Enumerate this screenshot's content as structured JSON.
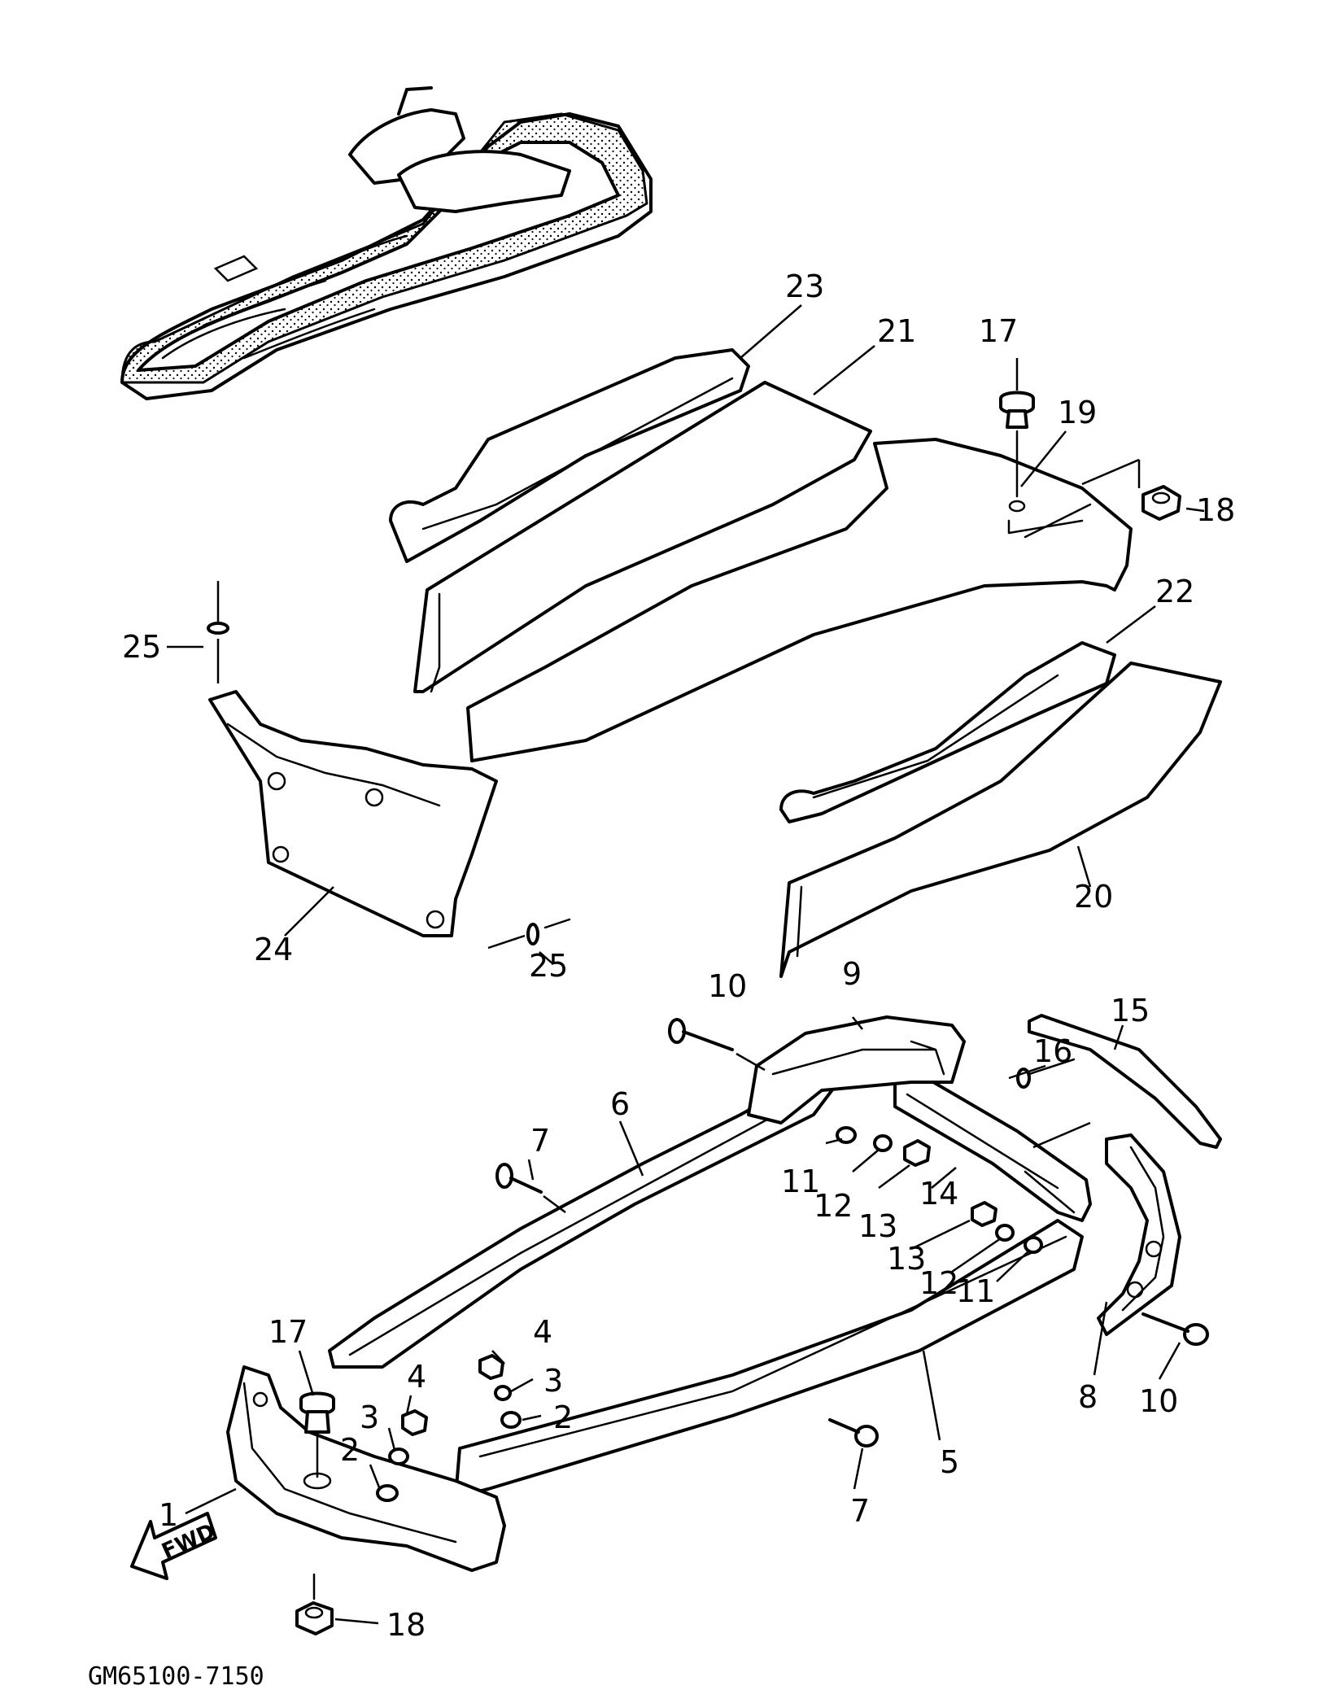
{
  "diagram_code": "GM65100-7150",
  "fwd_label": "FWD",
  "callouts": [
    {
      "id": "c1",
      "text": "1"
    },
    {
      "id": "c2a",
      "text": "2"
    },
    {
      "id": "c2b",
      "text": "2"
    },
    {
      "id": "c3a",
      "text": "3"
    },
    {
      "id": "c3b",
      "text": "3"
    },
    {
      "id": "c4a",
      "text": "4"
    },
    {
      "id": "c4b",
      "text": "4"
    },
    {
      "id": "c5",
      "text": "5"
    },
    {
      "id": "c6",
      "text": "6"
    },
    {
      "id": "c7a",
      "text": "7"
    },
    {
      "id": "c7b",
      "text": "7"
    },
    {
      "id": "c8",
      "text": "8"
    },
    {
      "id": "c9",
      "text": "9"
    },
    {
      "id": "c10a",
      "text": "10"
    },
    {
      "id": "c10b",
      "text": "10"
    },
    {
      "id": "c11a",
      "text": "11"
    },
    {
      "id": "c11b",
      "text": "11"
    },
    {
      "id": "c12a",
      "text": "12"
    },
    {
      "id": "c12b",
      "text": "12"
    },
    {
      "id": "c13a",
      "text": "13"
    },
    {
      "id": "c13b",
      "text": "13"
    },
    {
      "id": "c14",
      "text": "14"
    },
    {
      "id": "c15",
      "text": "15"
    },
    {
      "id": "c16",
      "text": "16"
    },
    {
      "id": "c17a",
      "text": "17"
    },
    {
      "id": "c17b",
      "text": "17"
    },
    {
      "id": "c18a",
      "text": "18"
    },
    {
      "id": "c18b",
      "text": "18"
    },
    {
      "id": "c19",
      "text": "19"
    },
    {
      "id": "c20",
      "text": "20"
    },
    {
      "id": "c21",
      "text": "21"
    },
    {
      "id": "c22",
      "text": "22"
    },
    {
      "id": "c23",
      "text": "23"
    },
    {
      "id": "c24",
      "text": "24"
    },
    {
      "id": "c25a",
      "text": "25"
    },
    {
      "id": "c25b",
      "text": "25"
    }
  ]
}
